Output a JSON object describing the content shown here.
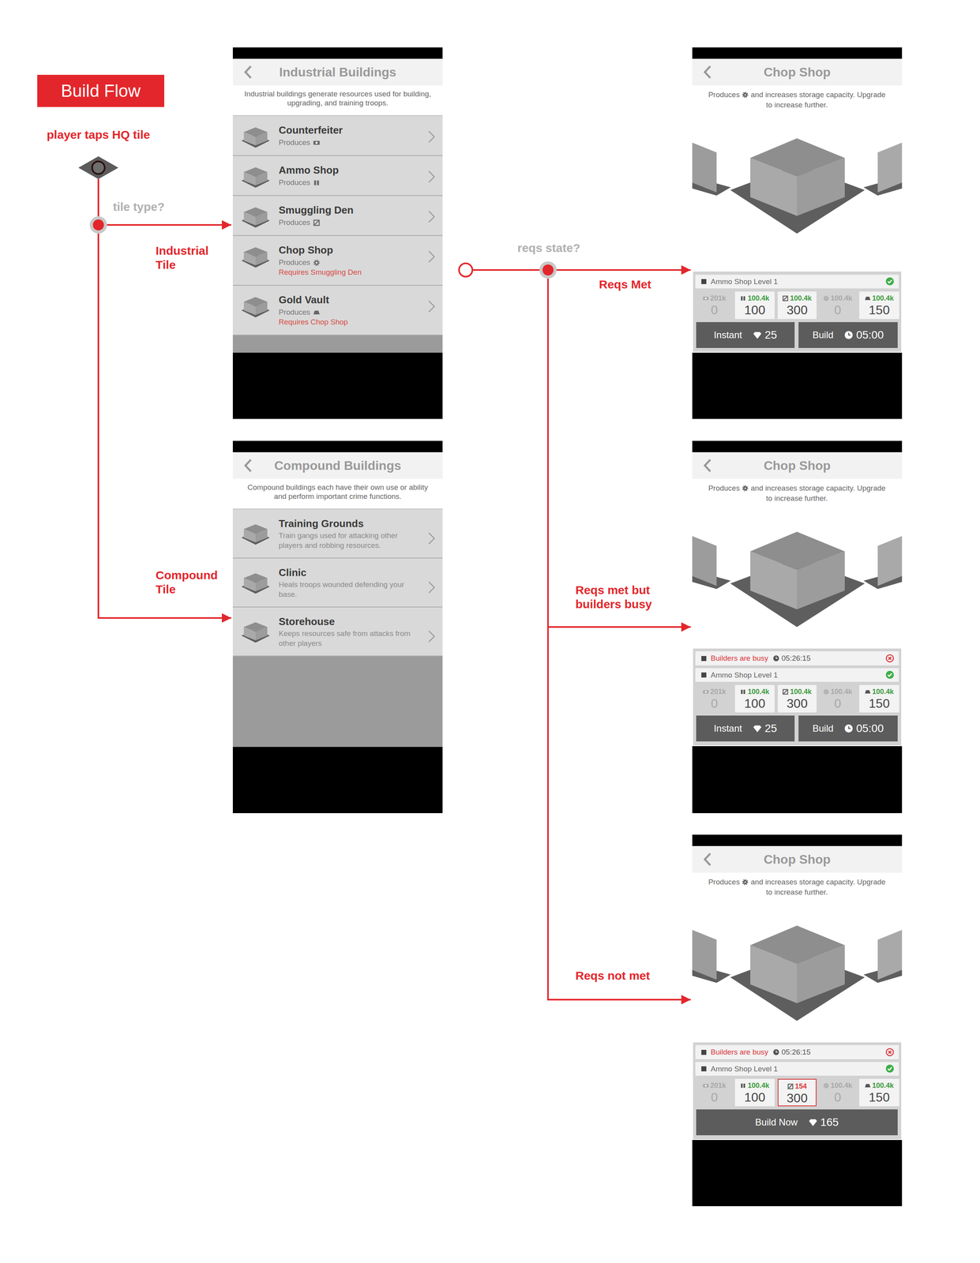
{
  "diagram": {
    "title": "Build Flow",
    "nodes": [
      {
        "text": [
          "player taps HQ tile"
        ]
      },
      {
        "text": [
          "tile type?"
        ]
      },
      {
        "text": [
          "Industrial Buildings",
          "Industrial buildings generate resources used for building, upgrading, and training troops."
        ]
      },
      {
        "text": [
          "Counterfeiter",
          "Produces"
        ],
        "in": 2
      },
      {
        "text": [
          "Ammo Shop",
          "Produces"
        ],
        "in": 2
      },
      {
        "text": [
          "Smuggling Den",
          "Produces"
        ],
        "in": 2
      },
      {
        "text": [
          "Chop Shop",
          "Produces",
          "Requires Smuggling Den"
        ],
        "in": 2
      },
      {
        "text": [
          "Gold Vault",
          "Produces",
          "Requires Chop Shop"
        ],
        "in": 2
      },
      {
        "text": [
          "Compound Buildings",
          "Compound buildings each have their own use or ability and perform important crime functions."
        ]
      },
      {
        "text": [
          "Training Grounds",
          "Train gangs used for attacking other players and robbing resources."
        ],
        "in": 8
      },
      {
        "text": [
          "Clinic",
          "Heals troops wounded defending your base."
        ],
        "in": 8
      },
      {
        "text": [
          "Storehouse",
          "Keeps resources safe from attacks from other players"
        ],
        "in": 8
      },
      {
        "text": [
          "reqs state?"
        ]
      },
      {
        "text": [
          "Chop Shop",
          "Produces",
          "and increases storage capacity. Upgrade to increase further."
        ]
      },
      {
        "text": [
          "Ammo Shop Level 1"
        ],
        "in": 13
      },
      {
        "text": [
          "201k",
          "0"
        ],
        "in": 13
      },
      {
        "text": [
          "100.4k",
          "100"
        ],
        "in": 13
      },
      {
        "text": [
          "100.4k",
          "300"
        ],
        "in": 13
      },
      {
        "text": [
          "100.4k",
          "0"
        ],
        "in": 13
      },
      {
        "text": [
          "100.4k",
          "150"
        ],
        "in": 13
      },
      {
        "text": [
          "Instant",
          "25"
        ],
        "in": 13
      },
      {
        "text": [
          "Build",
          "05:00"
        ],
        "in": 13
      },
      {
        "text": [
          "Chop Shop",
          "Produces",
          "and increases storage capacity. Upgrade to increase further."
        ]
      },
      {
        "text": [
          "Builders are busy",
          "05:26:15"
        ],
        "in": 22
      },
      {
        "text": [
          "Ammo Shop Level 1"
        ],
        "in": 22
      },
      {
        "text": [
          "201k",
          "0"
        ],
        "in": 22
      },
      {
        "text": [
          "100.4k",
          "100"
        ],
        "in": 22
      },
      {
        "text": [
          "100.4k",
          "300"
        ],
        "in": 22
      },
      {
        "text": [
          "100.4k",
          "0"
        ],
        "in": 22
      },
      {
        "text": [
          "100.4k",
          "150"
        ],
        "in": 22
      },
      {
        "text": [
          "Instant",
          "25"
        ],
        "in": 22
      },
      {
        "text": [
          "Build",
          "05:00"
        ],
        "in": 22
      },
      {
        "text": [
          "Chop Shop",
          "Produces",
          "and increases storage capacity. Upgrade to increase further."
        ]
      },
      {
        "text": [
          "Builders are busy",
          "05:26:15"
        ],
        "in": 32
      },
      {
        "text": [
          "Ammo Shop Level 1"
        ],
        "in": 32
      },
      {
        "text": [
          "201k",
          "0"
        ],
        "in": 32
      },
      {
        "text": [
          "100.4k",
          "100"
        ],
        "in": 32
      },
      {
        "text": [
          "154",
          "300"
        ],
        "in": 32
      },
      {
        "text": [
          "100.4k",
          "0"
        ],
        "in": 32
      },
      {
        "text": [
          "100.4k",
          "150"
        ],
        "in": 32
      },
      {
        "text": [
          "Build Now",
          "165"
        ],
        "in": 32
      }
    ],
    "edges": [
      {
        "from": 0,
        "to": 1,
        "arrow": "none"
      },
      {
        "from": 1,
        "to": 2,
        "label": "Industrial Tile",
        "arrow": "to"
      },
      {
        "from": 1,
        "to": 8,
        "label": "Compound Tile",
        "arrow": "to"
      },
      {
        "from": 12,
        "to": 13,
        "label": "Reqs Met",
        "arrow": "to"
      },
      {
        "from": 12,
        "to": 22,
        "label": "Reqs met but builders busy",
        "arrow": "to"
      },
      {
        "from": 12,
        "to": 32,
        "label": "Reqs not met",
        "arrow": "to"
      }
    ]
  }
}
